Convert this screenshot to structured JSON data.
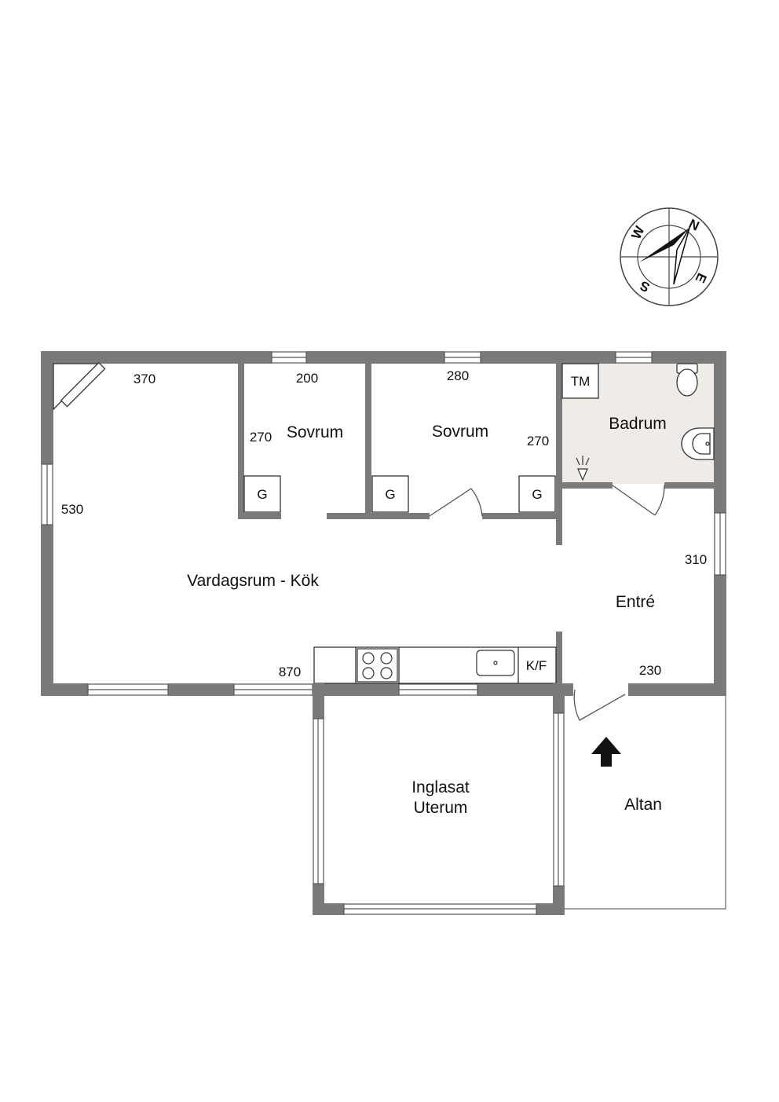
{
  "colors": {
    "wall": "#7a7a7a",
    "bathroom_floor": "#efebe6",
    "line": "#555555",
    "text": "#111111",
    "background": "#ffffff"
  },
  "rooms": {
    "vardagsrum": "Vardagsrum - Kök",
    "sovrum_1": "Sovrum",
    "sovrum_2": "Sovrum",
    "badrum": "Badrum",
    "entre": "Entré",
    "uterum_line1": "Inglasat",
    "uterum_line2": "Uterum",
    "altan": "Altan"
  },
  "dimensions": {
    "vardagsrum_width_top": "370",
    "vardagsrum_depth": "530",
    "vardagsrum_width_bottom": "870",
    "sovrum_1_width": "200",
    "sovrum_1_depth": "270",
    "sovrum_2_width": "280",
    "sovrum_2_depth": "270",
    "entre_depth": "310",
    "entre_width": "230"
  },
  "fixtures": {
    "wardrobe_1": "G",
    "wardrobe_2": "G",
    "wardrobe_3": "G",
    "washing_machine": "TM",
    "fridge_freezer": "K/F"
  },
  "compass": {
    "north": "N",
    "east": "E",
    "south": "S",
    "west": "W"
  }
}
